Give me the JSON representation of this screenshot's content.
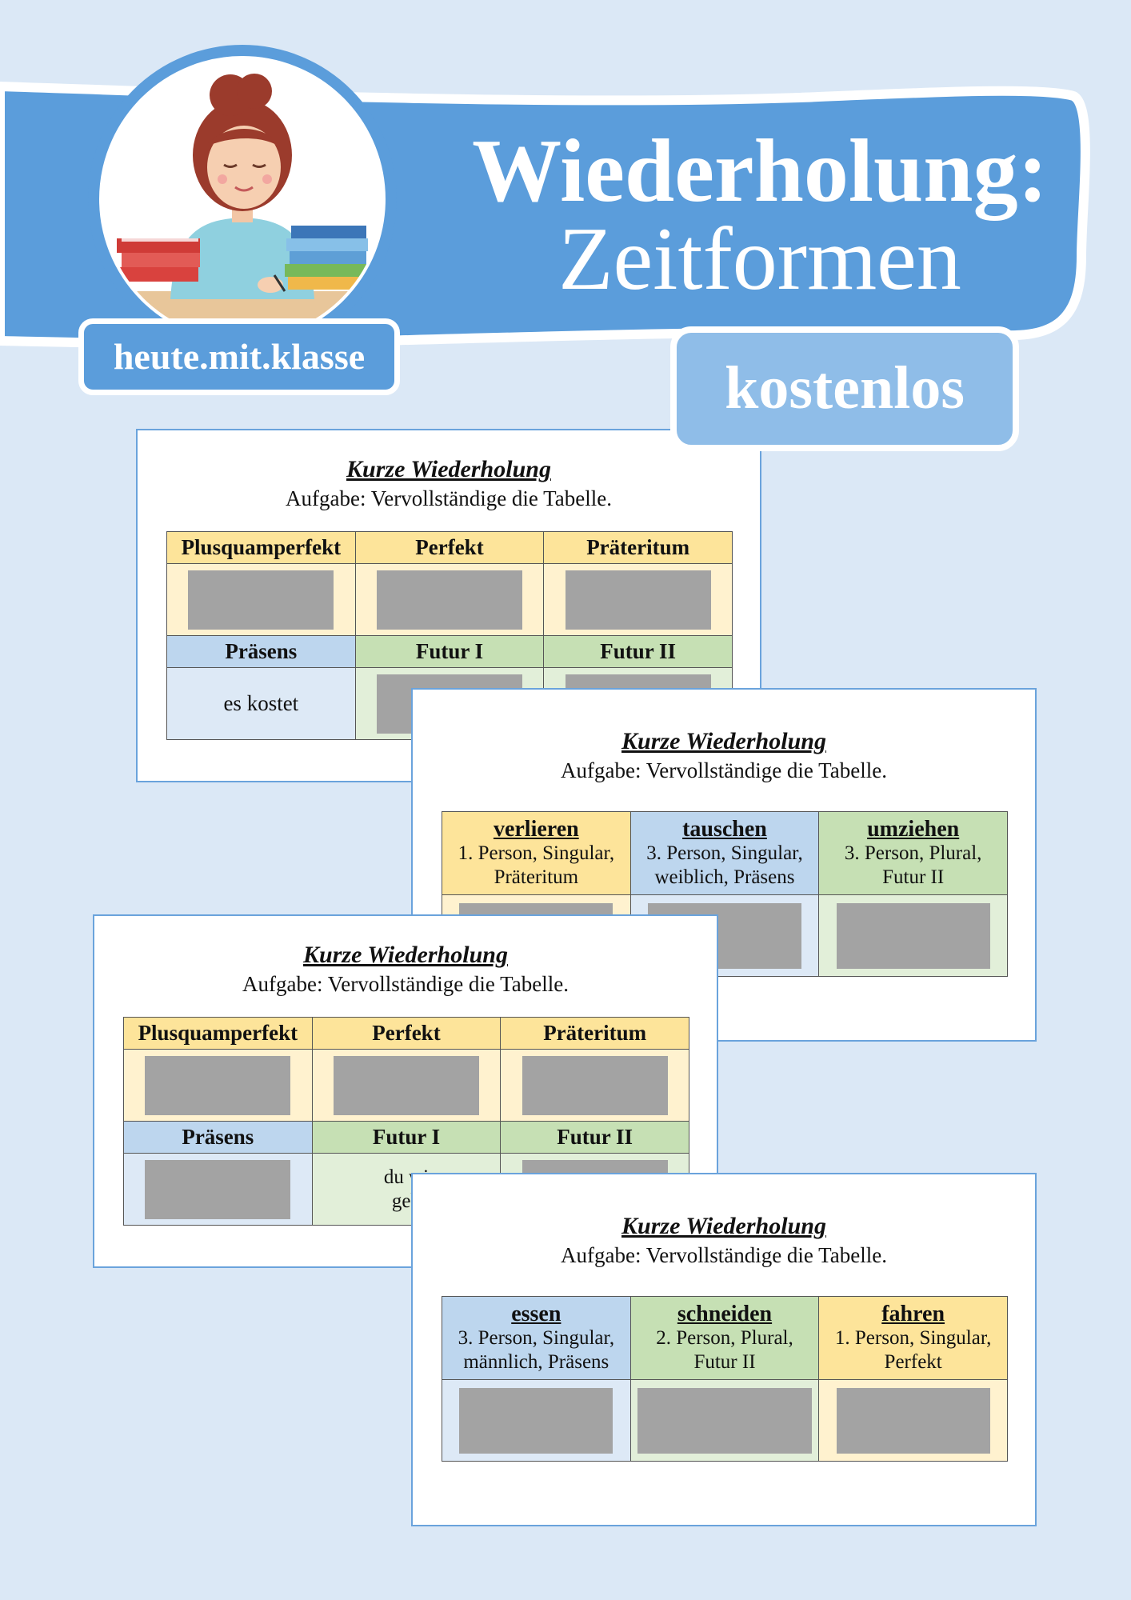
{
  "header": {
    "title_line1": "Wiederholung:",
    "title_line2": "Zeitformen",
    "brand": "heute.mit.klasse",
    "badge": "kostenlos"
  },
  "colors": {
    "background": "#dbe8f6",
    "banner": "#5b9ddb",
    "badge": "#8fbde8",
    "header_yellow": "#fde49a",
    "header_blue": "#bdd6ee",
    "header_green": "#c6e0b4",
    "answer_box": "#a3a3a3"
  },
  "cards": [
    {
      "title": "Kurze Wiederholung",
      "task": "Aufgabe: Vervollständige die Tabelle.",
      "row1_headers": [
        "Plusquamperfekt",
        "Perfekt",
        "Präteritum"
      ],
      "row2_headers": [
        "Präsens",
        "Futur I",
        "Futur II"
      ],
      "given_text": "es kostet"
    },
    {
      "title": "Kurze Wiederholung",
      "task": "Aufgabe: Vervollständige die Tabelle.",
      "verbs": [
        {
          "verb": "verlieren",
          "line1": "1. Person, Singular,",
          "line2": "Präteritum"
        },
        {
          "verb": "tauschen",
          "line1": "3. Person, Singular,",
          "line2": "weiblich, Präsens"
        },
        {
          "verb": "umziehen",
          "line1": "3. Person, Plural,",
          "line2": "Futur II"
        }
      ]
    },
    {
      "title": "Kurze Wiederholung",
      "task": "Aufgabe: Vervollständige die Tabelle.",
      "row1_headers": [
        "Plusquamperfekt",
        "Perfekt",
        "Präteritum"
      ],
      "row2_headers": [
        "Präsens",
        "Futur I",
        "Futur II"
      ],
      "given_line1": "du wi",
      "given_line2": "geh"
    },
    {
      "title": "Kurze Wiederholung",
      "task": "Aufgabe: Vervollständige die Tabelle.",
      "verbs": [
        {
          "verb": "essen",
          "line1": "3. Person, Singular,",
          "line2": "männlich, Präsens"
        },
        {
          "verb": "schneiden",
          "line1": "2. Person, Plural,",
          "line2": "Futur II"
        },
        {
          "verb": "fahren",
          "line1": "1. Person, Singular,",
          "line2": "Perfekt"
        }
      ]
    }
  ]
}
